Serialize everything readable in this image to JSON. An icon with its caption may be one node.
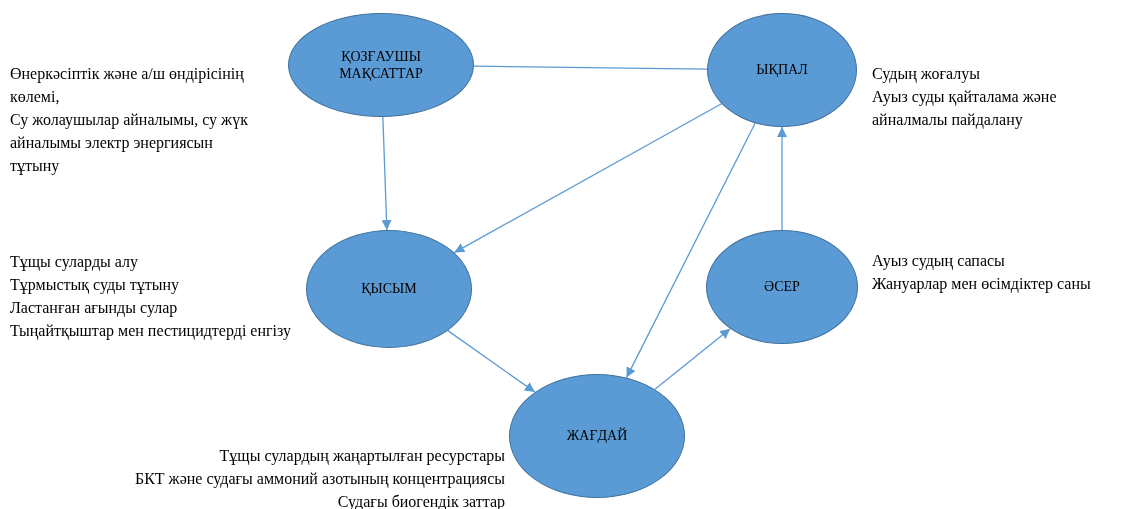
{
  "diagram": {
    "nodes": [
      {
        "text": [
          "ҚОЗҒАУШЫ МАҚСАТТАР"
        ],
        "beside": [
          "Өнеркәсіптік және а/ш өндірісінің көлемі,",
          "Су жолаушылар айналымы, су жүк айналымы электр энергиясын тұтыну"
        ]
      },
      {
        "text": [
          "ЫҚПАЛ"
        ],
        "beside": [
          "Судың жоғалуы",
          "Ауыз суды қайталама және айналмалы пайдалану"
        ]
      },
      {
        "text": [
          "ҚЫСЫМ"
        ],
        "beside": [
          "Тұщы суларды алу",
          "Тұрмыстық суды тұтыну",
          "Ластанған ағынды сулар",
          "Тыңайтқыштар мен пестицидтерді енгізу"
        ]
      },
      {
        "text": [
          "ЖАҒДАЙ"
        ],
        "beside": [
          "Тұщы сулардың жаңартылған ресурстары",
          "БКТ және судағы аммоний азотының концентрациясы",
          "Судағы биогендік заттар"
        ]
      },
      {
        "text": [
          "ӘСЕР"
        ],
        "beside": [
          "Ауыз судың сапасы",
          "Жануарлар мен өсімдіктер саны"
        ]
      }
    ],
    "edges": [
      {
        "from": 0,
        "to": 1,
        "arrow": "none"
      },
      {
        "from": 0,
        "to": 2,
        "arrow": "to"
      },
      {
        "from": 1,
        "to": 2,
        "arrow": "to"
      },
      {
        "from": 1,
        "to": 3,
        "arrow": "to"
      },
      {
        "from": 2,
        "to": 3,
        "arrow": "to"
      },
      {
        "from": 3,
        "to": 4,
        "arrow": "to"
      },
      {
        "from": 4,
        "to": 1,
        "arrow": "to"
      }
    ]
  }
}
